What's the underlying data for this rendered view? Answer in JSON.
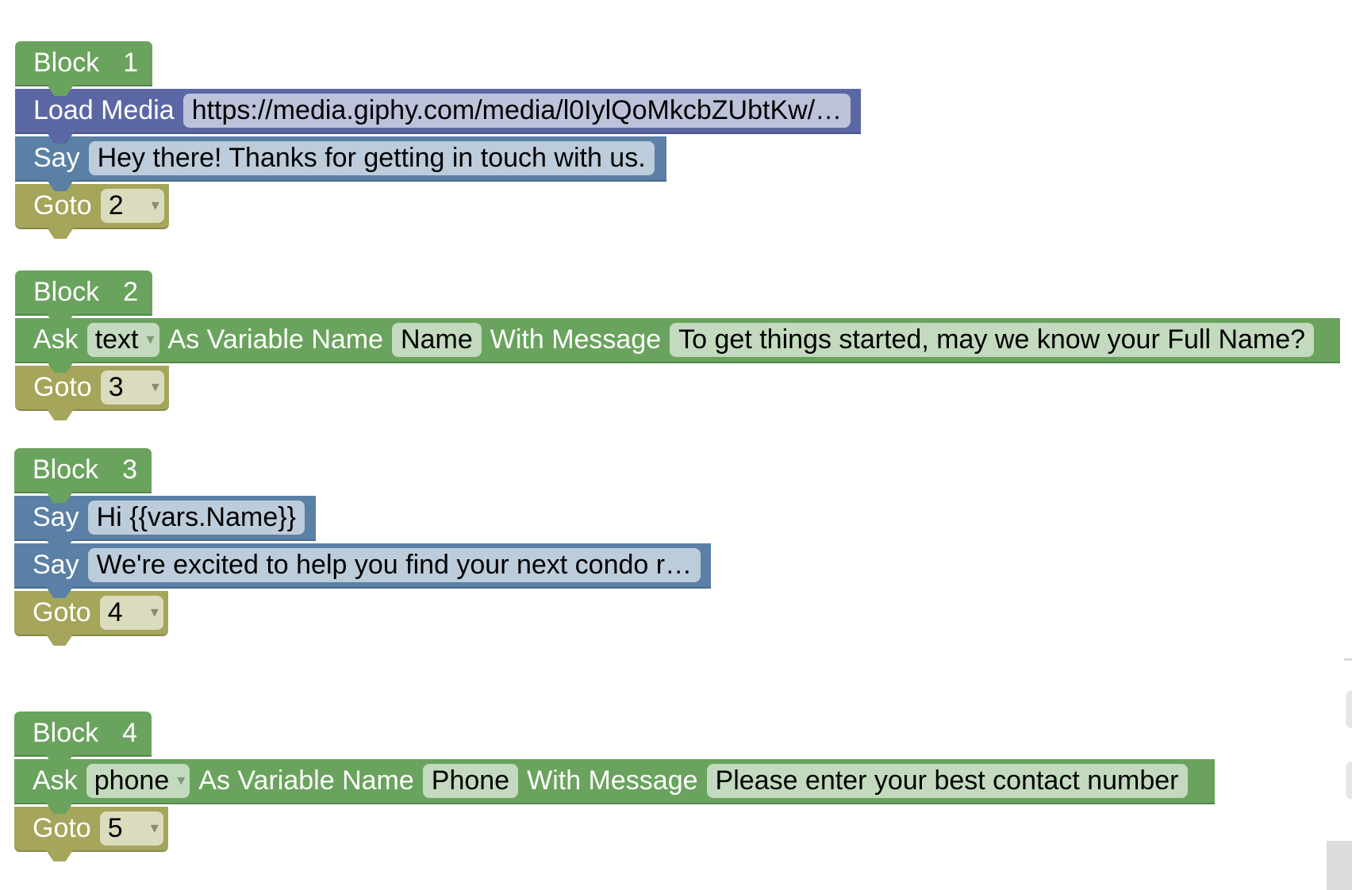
{
  "blocks": [
    {
      "title": "Block",
      "number": "1",
      "rows": [
        {
          "type": "load",
          "label": "Load Media",
          "value": "https://media.giphy.com/media/l0IylQoMkcbZUbtKw/…"
        },
        {
          "type": "say",
          "label": "Say",
          "value": "Hey there! Thanks for getting in touch with us."
        }
      ],
      "goto": {
        "label": "Goto",
        "value": "2"
      }
    },
    {
      "title": "Block",
      "number": "2",
      "rows": [
        {
          "type": "ask",
          "label": "Ask",
          "input_type": "text",
          "var_label": "As Variable Name",
          "var_value": "Name",
          "msg_label": "With Message",
          "msg_value": "To get things started, may we know your Full Name?"
        }
      ],
      "goto": {
        "label": "Goto",
        "value": "3"
      }
    },
    {
      "title": "Block",
      "number": "3",
      "rows": [
        {
          "type": "say",
          "label": "Say",
          "value": "Hi {{vars.Name}}"
        },
        {
          "type": "say",
          "label": "Say",
          "value": "We're excited to help you find your next condo r…"
        }
      ],
      "goto": {
        "label": "Goto",
        "value": "4"
      }
    },
    {
      "title": "Block",
      "number": "4",
      "rows": [
        {
          "type": "ask",
          "label": "Ask",
          "input_type": "phone",
          "var_label": "As Variable Name",
          "var_value": "Phone",
          "msg_label": "With Message",
          "msg_value": "Please enter your best contact number"
        }
      ],
      "goto": {
        "label": "Goto",
        "value": "5"
      }
    }
  ],
  "icons": {
    "dropdown_arrow": "▾"
  },
  "colors": {
    "hat_block": "#6aa35d",
    "load_media_block": "#5b67a5",
    "say_block": "#5b80a5",
    "ask_block": "#6aa35d",
    "goto_block": "#a5a55b"
  }
}
